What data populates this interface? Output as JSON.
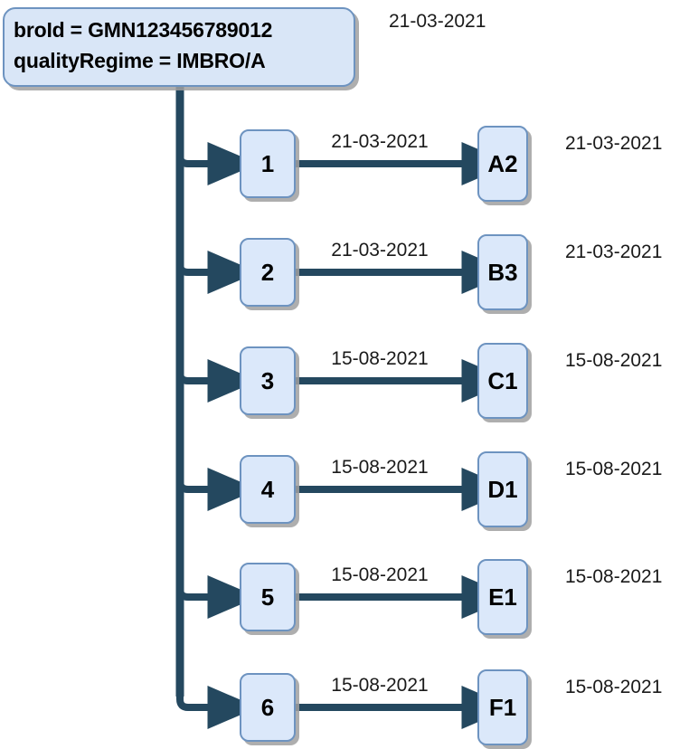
{
  "diagram": {
    "title_box": {
      "line1": "broId = GMN123456789012",
      "line2": "qualityRegime = IMBRO/A",
      "date_label": "21-03-2021"
    },
    "colors": {
      "box_fill": "#dbe8fa",
      "box_border": "#6d93c0",
      "connector": "#24485f",
      "shadow": "#a0a0a0",
      "text": "#000000",
      "background": "#ffffff"
    },
    "rows": [
      {
        "left_node": "1",
        "edge_label": "21-03-2021",
        "right_node": "A2",
        "side_label": "21-03-2021"
      },
      {
        "left_node": "2",
        "edge_label": "21-03-2021",
        "right_node": "B3",
        "side_label": "21-03-2021"
      },
      {
        "left_node": "3",
        "edge_label": "15-08-2021",
        "right_node": "C1",
        "side_label": "15-08-2021"
      },
      {
        "left_node": "4",
        "edge_label": "15-08-2021",
        "right_node": "D1",
        "side_label": "15-08-2021"
      },
      {
        "left_node": "5",
        "edge_label": "15-08-2021",
        "right_node": "E1",
        "side_label": "15-08-2021"
      },
      {
        "left_node": "6",
        "edge_label": "15-08-2021",
        "right_node": "F1",
        "side_label": "15-08-2021"
      }
    ]
  }
}
